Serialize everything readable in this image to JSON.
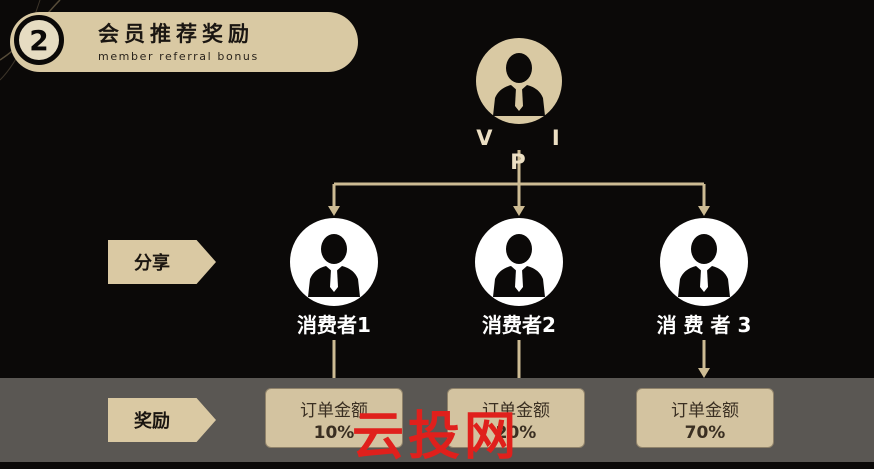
{
  "header": {
    "step_number": "2",
    "title": "会员推荐奖励",
    "subtitle": "member referral bonus"
  },
  "root": {
    "label": "V I P"
  },
  "tags": {
    "share": "分享",
    "reward": "奖励"
  },
  "consumers": [
    {
      "label": "消费者1",
      "reward_title": "订单金额",
      "reward_pct": "10%"
    },
    {
      "label": "消费者2",
      "reward_title": "订单金额",
      "reward_pct": "20%"
    },
    {
      "label": "消 费 者 3",
      "reward_title": "订单金额",
      "reward_pct": "70%"
    }
  ],
  "watermark": "云投网",
  "colors": {
    "background": "#0b0908",
    "gold": "#d9c9a3",
    "band": "#5a5753",
    "watermark": "#e0201c"
  }
}
